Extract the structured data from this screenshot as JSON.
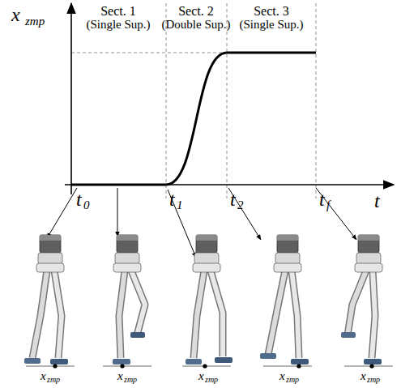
{
  "diagram": {
    "labels": [
      "x",
      "zmp",
      "Sect. 1",
      "(Single Sup.)",
      "Sect. 2",
      "(Double Sup.)",
      "Sect. 3",
      "(Single Sup.)",
      "t",
      "0",
      "t",
      "1",
      "t",
      "2",
      "t",
      "f",
      "t",
      "x",
      "zmp",
      "x",
      "zmp",
      "x",
      "zmp",
      "x",
      "zmp",
      "x",
      "zmp"
    ]
  }
}
